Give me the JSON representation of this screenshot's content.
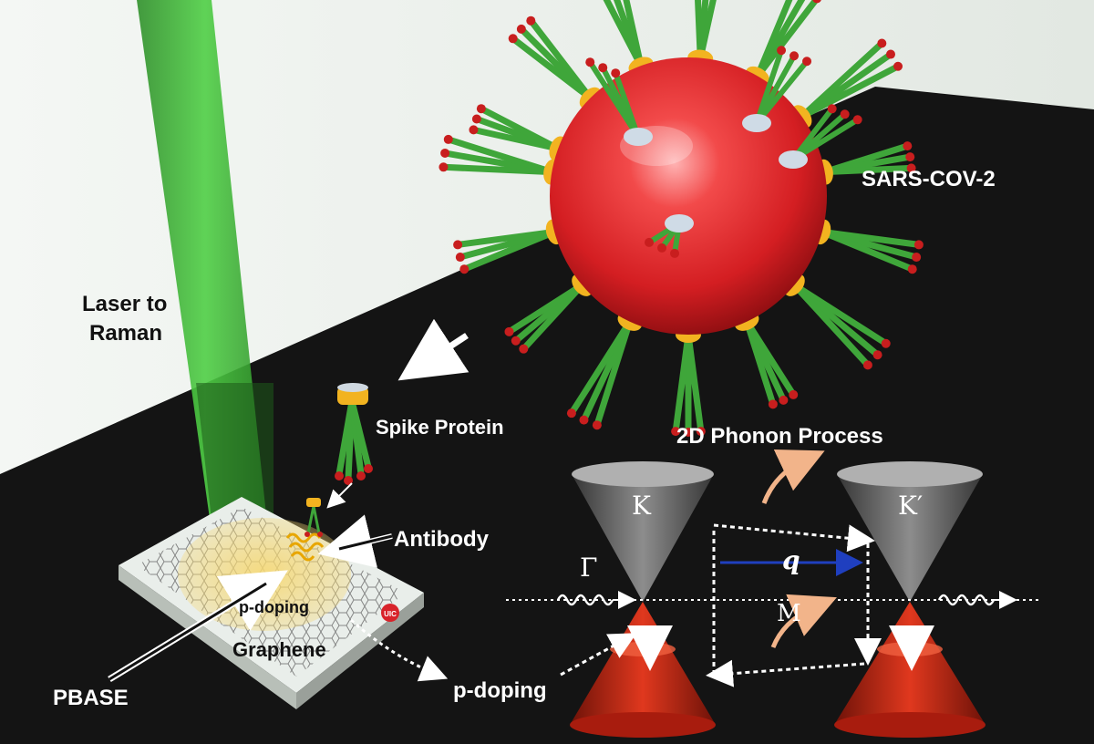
{
  "labels": {
    "virus": "SARS-COV-2",
    "laser_line1": "Laser to",
    "laser_line2": "Raman",
    "spike": "Spike Protein",
    "antibody": "Antibody",
    "pdoping_chip": "p-doping",
    "graphene": "Graphene",
    "pbase": "PBASE",
    "pdoping_arrow": "p-doping",
    "process": "2D Phonon Process",
    "K": "K",
    "Kprime": "K′",
    "Gamma": "Γ",
    "M": "M",
    "q": "q",
    "chip_badge": "UIC"
  },
  "colors": {
    "virus_body": "#e8262a",
    "spike_stem": "#3fa63a",
    "spike_tip": "#c81e1e",
    "spike_cap": "#f2b320",
    "laser": "#3fbf3a",
    "graphene_glow": "#f4d36b",
    "cone_upper": "#8a8a8a",
    "cone_lower": "#d0301c",
    "q_arrow": "#1f3fbf",
    "phonon_arrow": "#f2b48a",
    "floor": "#141414",
    "wall": "#eef2ee"
  },
  "icons": [
    "down-arrow-icon",
    "wave-icon",
    "pointer-arrow-icon"
  ]
}
